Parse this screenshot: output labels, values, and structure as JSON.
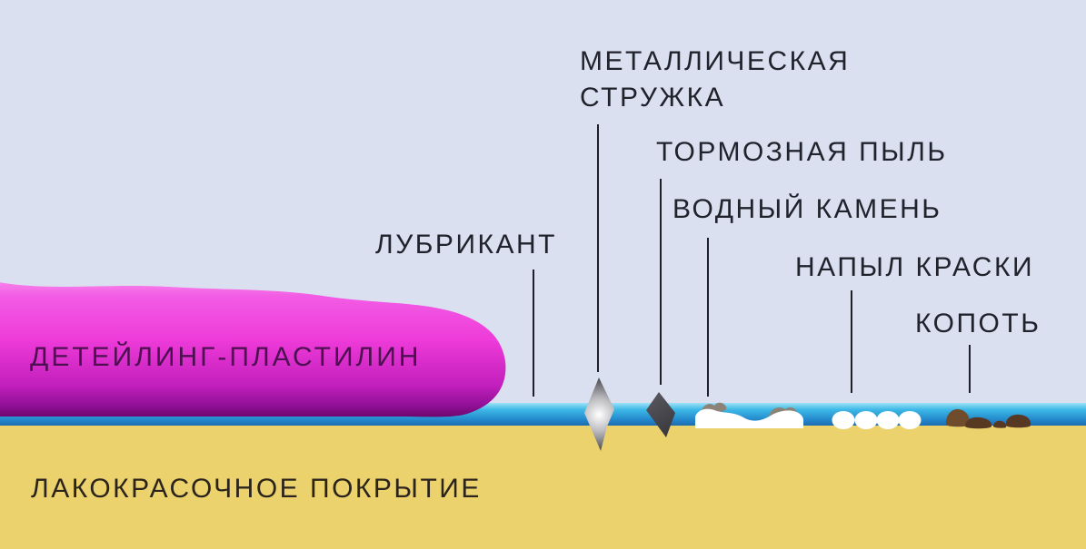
{
  "diagram": {
    "kind": "detailing-clay-contaminants-infographic",
    "language": "ru"
  },
  "colors": {
    "sky": "#dbe0f1",
    "paint_coating": "#ecd26d",
    "lubricant_light": "#9ce2f6",
    "lubricant_mid": "#3cb8e6",
    "lubricant_deep": "#2387cb",
    "lubricant_dark_edge": "#1e6cb0",
    "clay_rim": "#f98fee",
    "clay_light": "#f25ce4",
    "clay_main": "#ee3bd9",
    "clay_deep": "#c21fbc",
    "clay_shadow": "#8c0f94",
    "clay_dark_edge": "#70066e",
    "metal_highlight": "#ffffff",
    "metal_mid": "#b9b9bd",
    "metal_dark": "#3f3f45",
    "brake_dust_light": "#5a5a60",
    "brake_dust_dark": "#35353b",
    "water_stone_white": "#ffffff",
    "water_stone_crust": "#8b8378",
    "overspray_white": "#ffffff",
    "soot_main": "#563823",
    "soot_light": "#6f4c2c",
    "leader_line": "#1d1f29",
    "label_text": "#20222c"
  },
  "labels": {
    "metal_shavings": {
      "text": "МЕТАЛЛИЧЕСКАЯ\nСТРУЖКА"
    },
    "brake_dust": {
      "text": "ТОРМОЗНАЯ ПЫЛЬ"
    },
    "water_stone": {
      "text": "ВОДНЫЙ КАМЕНЬ"
    },
    "lubricant": {
      "text": "ЛУБРИКАНТ"
    },
    "paint_overspray": {
      "text": "НАПЫЛ КРАСКИ"
    },
    "soot": {
      "text": "КОПОТЬ"
    },
    "clay": {
      "text": "ДЕТЕЙЛИНГ-ПЛАСТИЛИН"
    },
    "paint_coating": {
      "text": "ЛАКОКРАСОЧНОЕ ПОКРЫТИЕ"
    }
  }
}
